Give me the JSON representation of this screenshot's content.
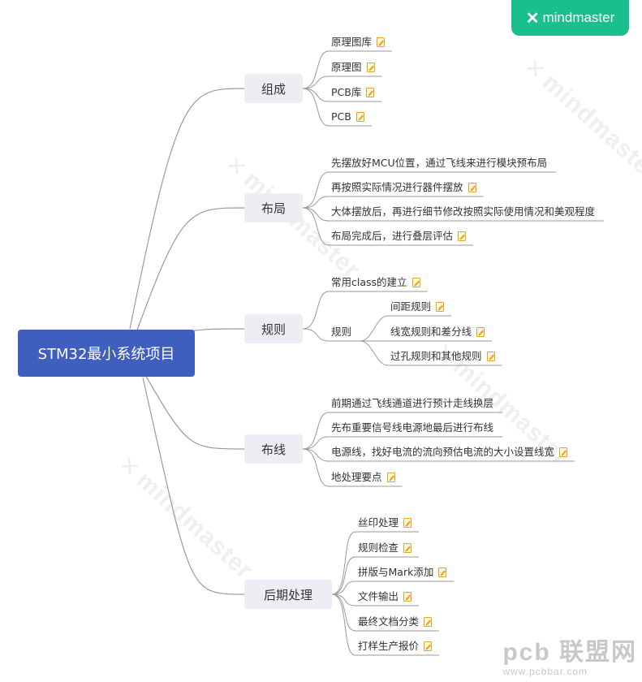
{
  "brand": {
    "badge_text": "mindmaster",
    "watermark_text": "mindmaster",
    "site_mark_big": "pcb 联盟网",
    "site_mark_small": "www.pcbbar.com"
  },
  "colors": {
    "root": "#3f5fbf",
    "branch": "#eceef3",
    "line": "#9a9a9a",
    "badge": "#1bbf8e",
    "note": "#e8a317"
  },
  "icons": {
    "note": "note-icon",
    "logo": "mindmaster-logo-icon"
  },
  "root": {
    "label": "STM32最小系统项目"
  },
  "branches": [
    {
      "label": "组成",
      "leaves": [
        {
          "label": "原理图库",
          "note": true
        },
        {
          "label": "原理图",
          "note": true
        },
        {
          "label": "PCB库",
          "note": true
        },
        {
          "label": "PCB",
          "note": true
        }
      ]
    },
    {
      "label": "布局",
      "leaves": [
        {
          "label": "先摆放好MCU位置，通过飞线来进行模块预布局",
          "note": false
        },
        {
          "label": "再按照实际情况进行器件摆放",
          "note": true
        },
        {
          "label": "大体摆放后，再进行细节修改按照实际使用情况和美观程度",
          "note": false
        },
        {
          "label": "布局完成后，进行叠层评估",
          "note": true
        }
      ]
    },
    {
      "label": "规则",
      "leaves": [
        {
          "label": "常用class的建立",
          "note": true
        },
        {
          "label": "规则",
          "note": false,
          "children": [
            {
              "label": "间距规则",
              "note": true
            },
            {
              "label": "线宽规则和差分线",
              "note": true
            },
            {
              "label": "过孔规则和其他规则",
              "note": true
            }
          ]
        }
      ]
    },
    {
      "label": "布线",
      "leaves": [
        {
          "label": "前期通过飞线通道进行预计走线换层",
          "note": false
        },
        {
          "label": "先布重要信号线电源地最后进行布线",
          "note": false
        },
        {
          "label": "电源线，找好电流的流向预估电流的大小设置线宽",
          "note": true
        },
        {
          "label": "地处理要点",
          "note": true
        }
      ]
    },
    {
      "label": "后期处理",
      "leaves": [
        {
          "label": "丝印处理",
          "note": true
        },
        {
          "label": "规则检查",
          "note": true
        },
        {
          "label": "拼版与Mark添加",
          "note": true
        },
        {
          "label": "文件输出",
          "note": true
        },
        {
          "label": "最终文档分类",
          "note": true
        },
        {
          "label": "打样生产报价",
          "note": true
        }
      ]
    }
  ]
}
